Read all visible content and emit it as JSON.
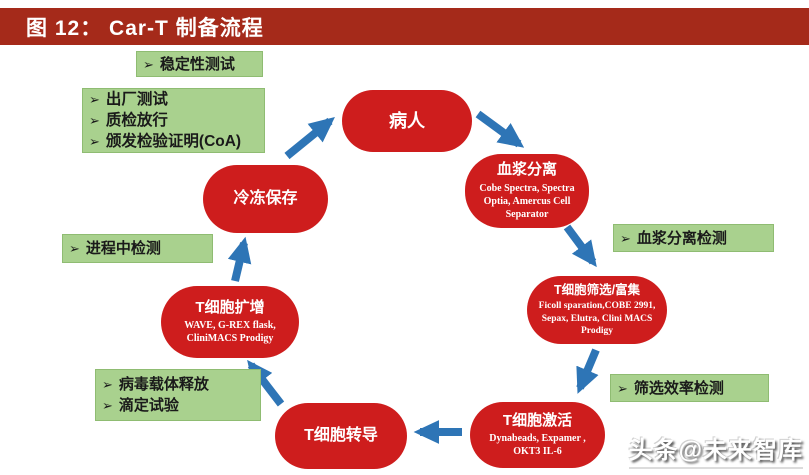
{
  "title": "图 12： Car-T 制备流程",
  "colors": {
    "title_bg": "#A52A1A",
    "node_red": "#CE1D1D",
    "arrow_blue": "#2E75B6",
    "green_bg": "#A9D18E",
    "note_text": "#1A1A1A"
  },
  "nodes": {
    "patient": {
      "label": "病人"
    },
    "plasma": {
      "label": "血浆分离",
      "sub": "Cobe Spectra, Spectra Optia, Amercus Cell Separator"
    },
    "selection": {
      "label": "T细胞筛选/富集",
      "sub": "Ficoll sparation,COBE 2991, Sepax, Elutra, Clini MACS Prodigy"
    },
    "activation": {
      "label": "T细胞激活",
      "sub": "Dynabeads, Expamer , OKT3 IL-6"
    },
    "transduction": {
      "label": "T细胞转导"
    },
    "expansion": {
      "label": "T细胞扩增",
      "sub": "WAVE, G-REX flask, CliniMACS Prodigy"
    },
    "cryo": {
      "label": "冷冻保存"
    }
  },
  "notes": {
    "bullet": "➢",
    "stability": [
      "稳定性测试"
    ],
    "release": [
      "出厂测试",
      "质检放行",
      "颁发检验证明(CoA)"
    ],
    "plasma_test": [
      "血浆分离检测"
    ],
    "screen_test": [
      "筛选效率检测"
    ],
    "inprocess": [
      "进程中检测"
    ],
    "vector": [
      "病毒载体释放",
      "滴定试验"
    ]
  },
  "watermark": "头条@未来智库"
}
